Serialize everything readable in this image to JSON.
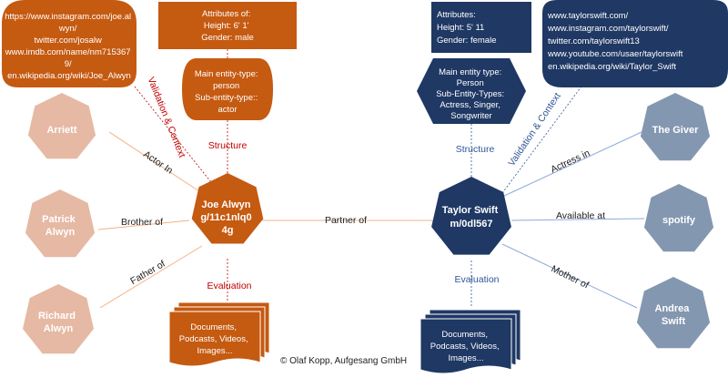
{
  "colors": {
    "orange": "#c55a11",
    "orange_light": "#e6b9a4",
    "navy": "#1f3864",
    "slate": "#8497b0",
    "red_text": "#c00000",
    "blue_text": "#2f5597",
    "orange_line": "#f4b183",
    "blue_line": "#8faadc"
  },
  "left": {
    "urls": [
      "https://www.instagram.com/joe.al",
      "wyn/",
      "twitter.com/josalw",
      "www.imdb.com/name/nm715367",
      "9/",
      "en.wikipedia.org/wiki/Joe_Alwyn"
    ],
    "attributes": [
      "Attributes of:",
      "Height:  6' 1'",
      "Gender: male"
    ],
    "entity_type": [
      "Main entity-type:",
      "person",
      "Sub-entity-type::",
      "actor"
    ],
    "main": [
      "Joe Alwyn",
      "g/11c1nlq0",
      "4g"
    ],
    "related": {
      "arriett": "Arriett",
      "patrick": [
        "Patrick",
        "Alwyn"
      ],
      "richard": [
        "Richard",
        "Alwyn"
      ]
    },
    "edge_labels": {
      "actor_in": "Actor In",
      "brother_of": "Brother of",
      "father_of": "Father of"
    },
    "validation": "Validation & Context",
    "structure": "Structure",
    "evaluation": "Evaluation",
    "documents": [
      "Documents,",
      "Podcasts, Videos,",
      "Images..."
    ]
  },
  "right": {
    "attributes": [
      "Attributes:",
      "Height:  5' 11",
      "Gender: female"
    ],
    "urls": [
      "www.taylorswift.com/",
      "www.instagram.com/taylorswift/",
      "twitter.com/taylorswift13",
      "www.youtube.com/usaer/taylorswift",
      "en.wikipedia.org/wiki/Taylor_Swift"
    ],
    "entity_type": [
      "Main entity type:",
      "Person",
      "Sub-Entity-Types:",
      "Actress, Singer,",
      "Songwriter"
    ],
    "main": [
      "Taylor Swift",
      "m/0dl567"
    ],
    "related": {
      "giver": "The Giver",
      "spotify": "spotify",
      "andrea": [
        "Andrea",
        "Swift"
      ]
    },
    "edge_labels": {
      "actress_in": "Actress in",
      "available_at": "Available at",
      "mother_of": "Mother of"
    },
    "validation": "Validation & Context",
    "structure": "Structure",
    "evaluation": "Evaluation",
    "documents": [
      "Documents,",
      "Podcasts, Videos,",
      "Images..."
    ]
  },
  "partner_of": "Partner of",
  "copyright": "© Olaf Kopp, Aufgesang GmbH"
}
